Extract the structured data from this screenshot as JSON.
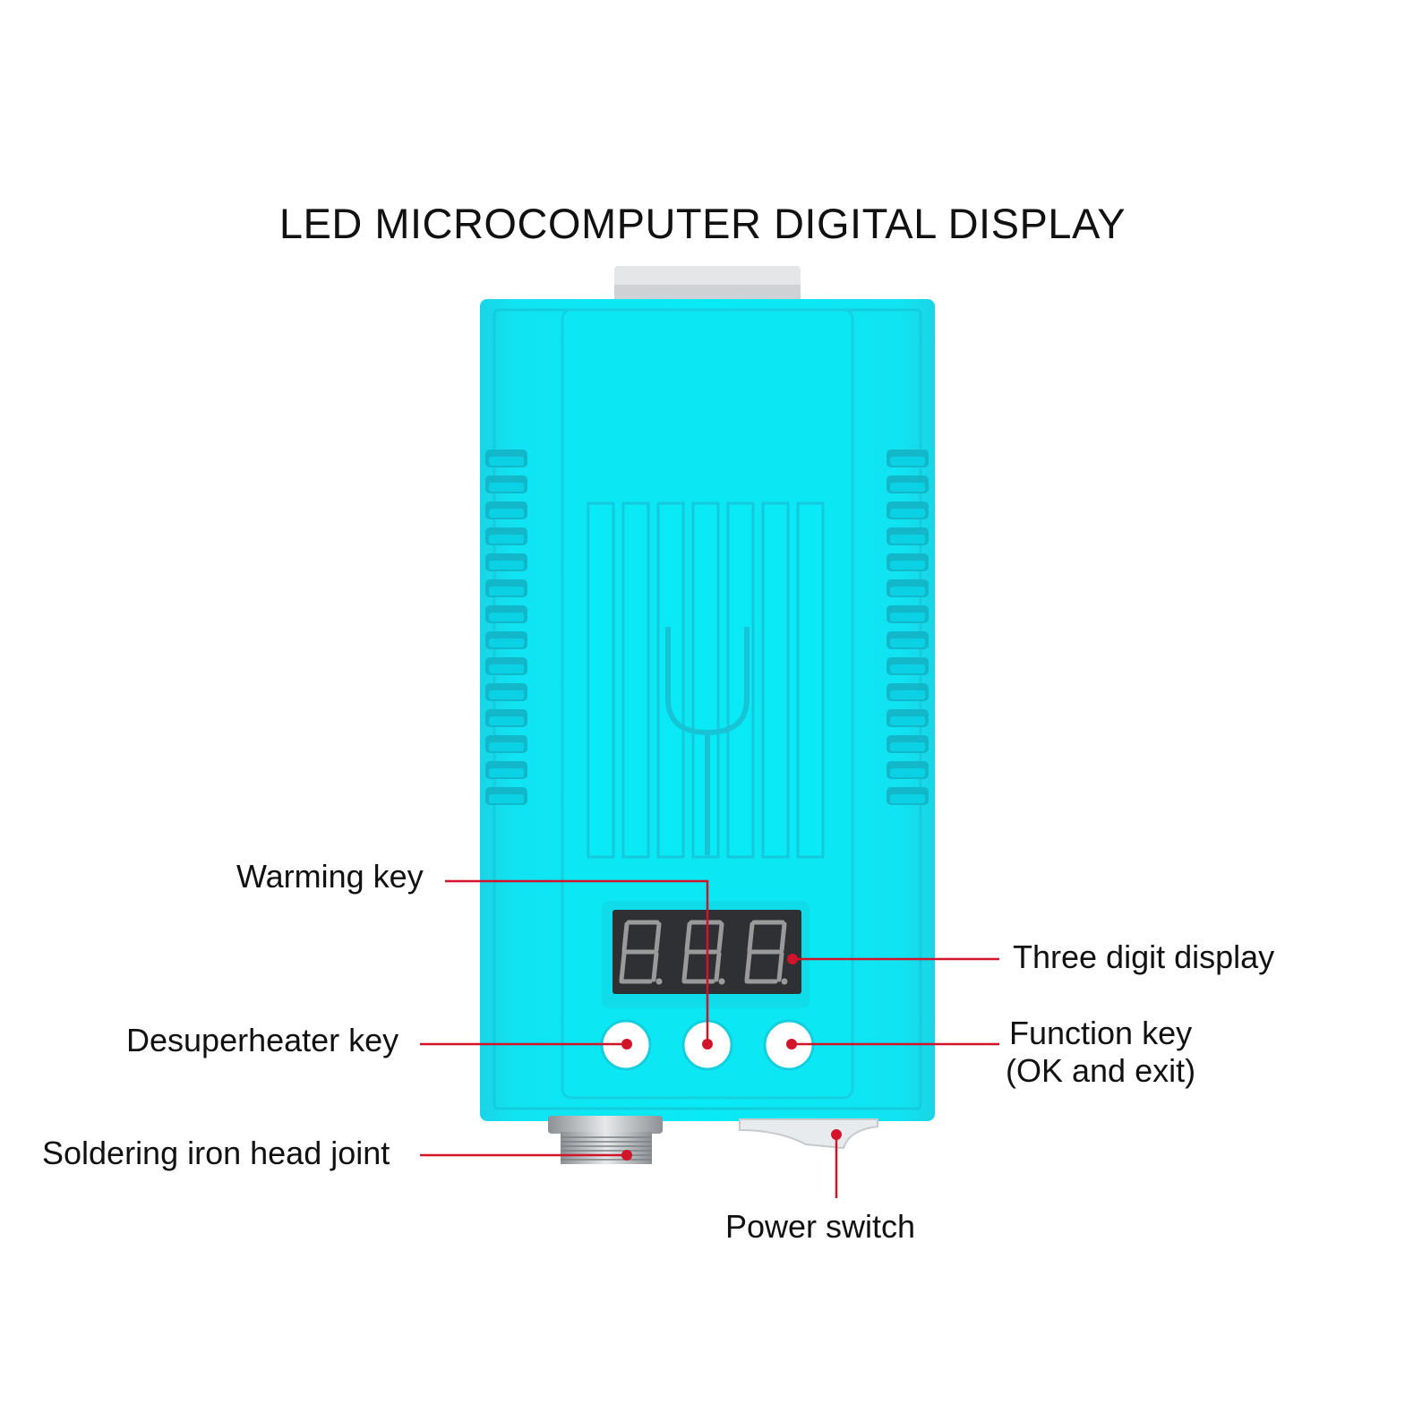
{
  "title": "LED MICROCOMPUTER DIGITAL DISPLAY",
  "labels": {
    "warming_key": "Warming key",
    "desuperheater_key": "Desuperheater key",
    "soldering_joint": "Soldering iron head joint",
    "three_digit_display": "Three digit display",
    "function_key_line1": "Function key",
    "function_key_line2": "(OK and exit)",
    "power_switch": "Power switch"
  },
  "display": {
    "digits": "8.8.8."
  },
  "colors": {
    "body": "#08e6f2",
    "body_shade": "#19c7d8",
    "callout": "#d2142a",
    "display_bg": "#2f3033",
    "segment": "#9a9a9a"
  }
}
